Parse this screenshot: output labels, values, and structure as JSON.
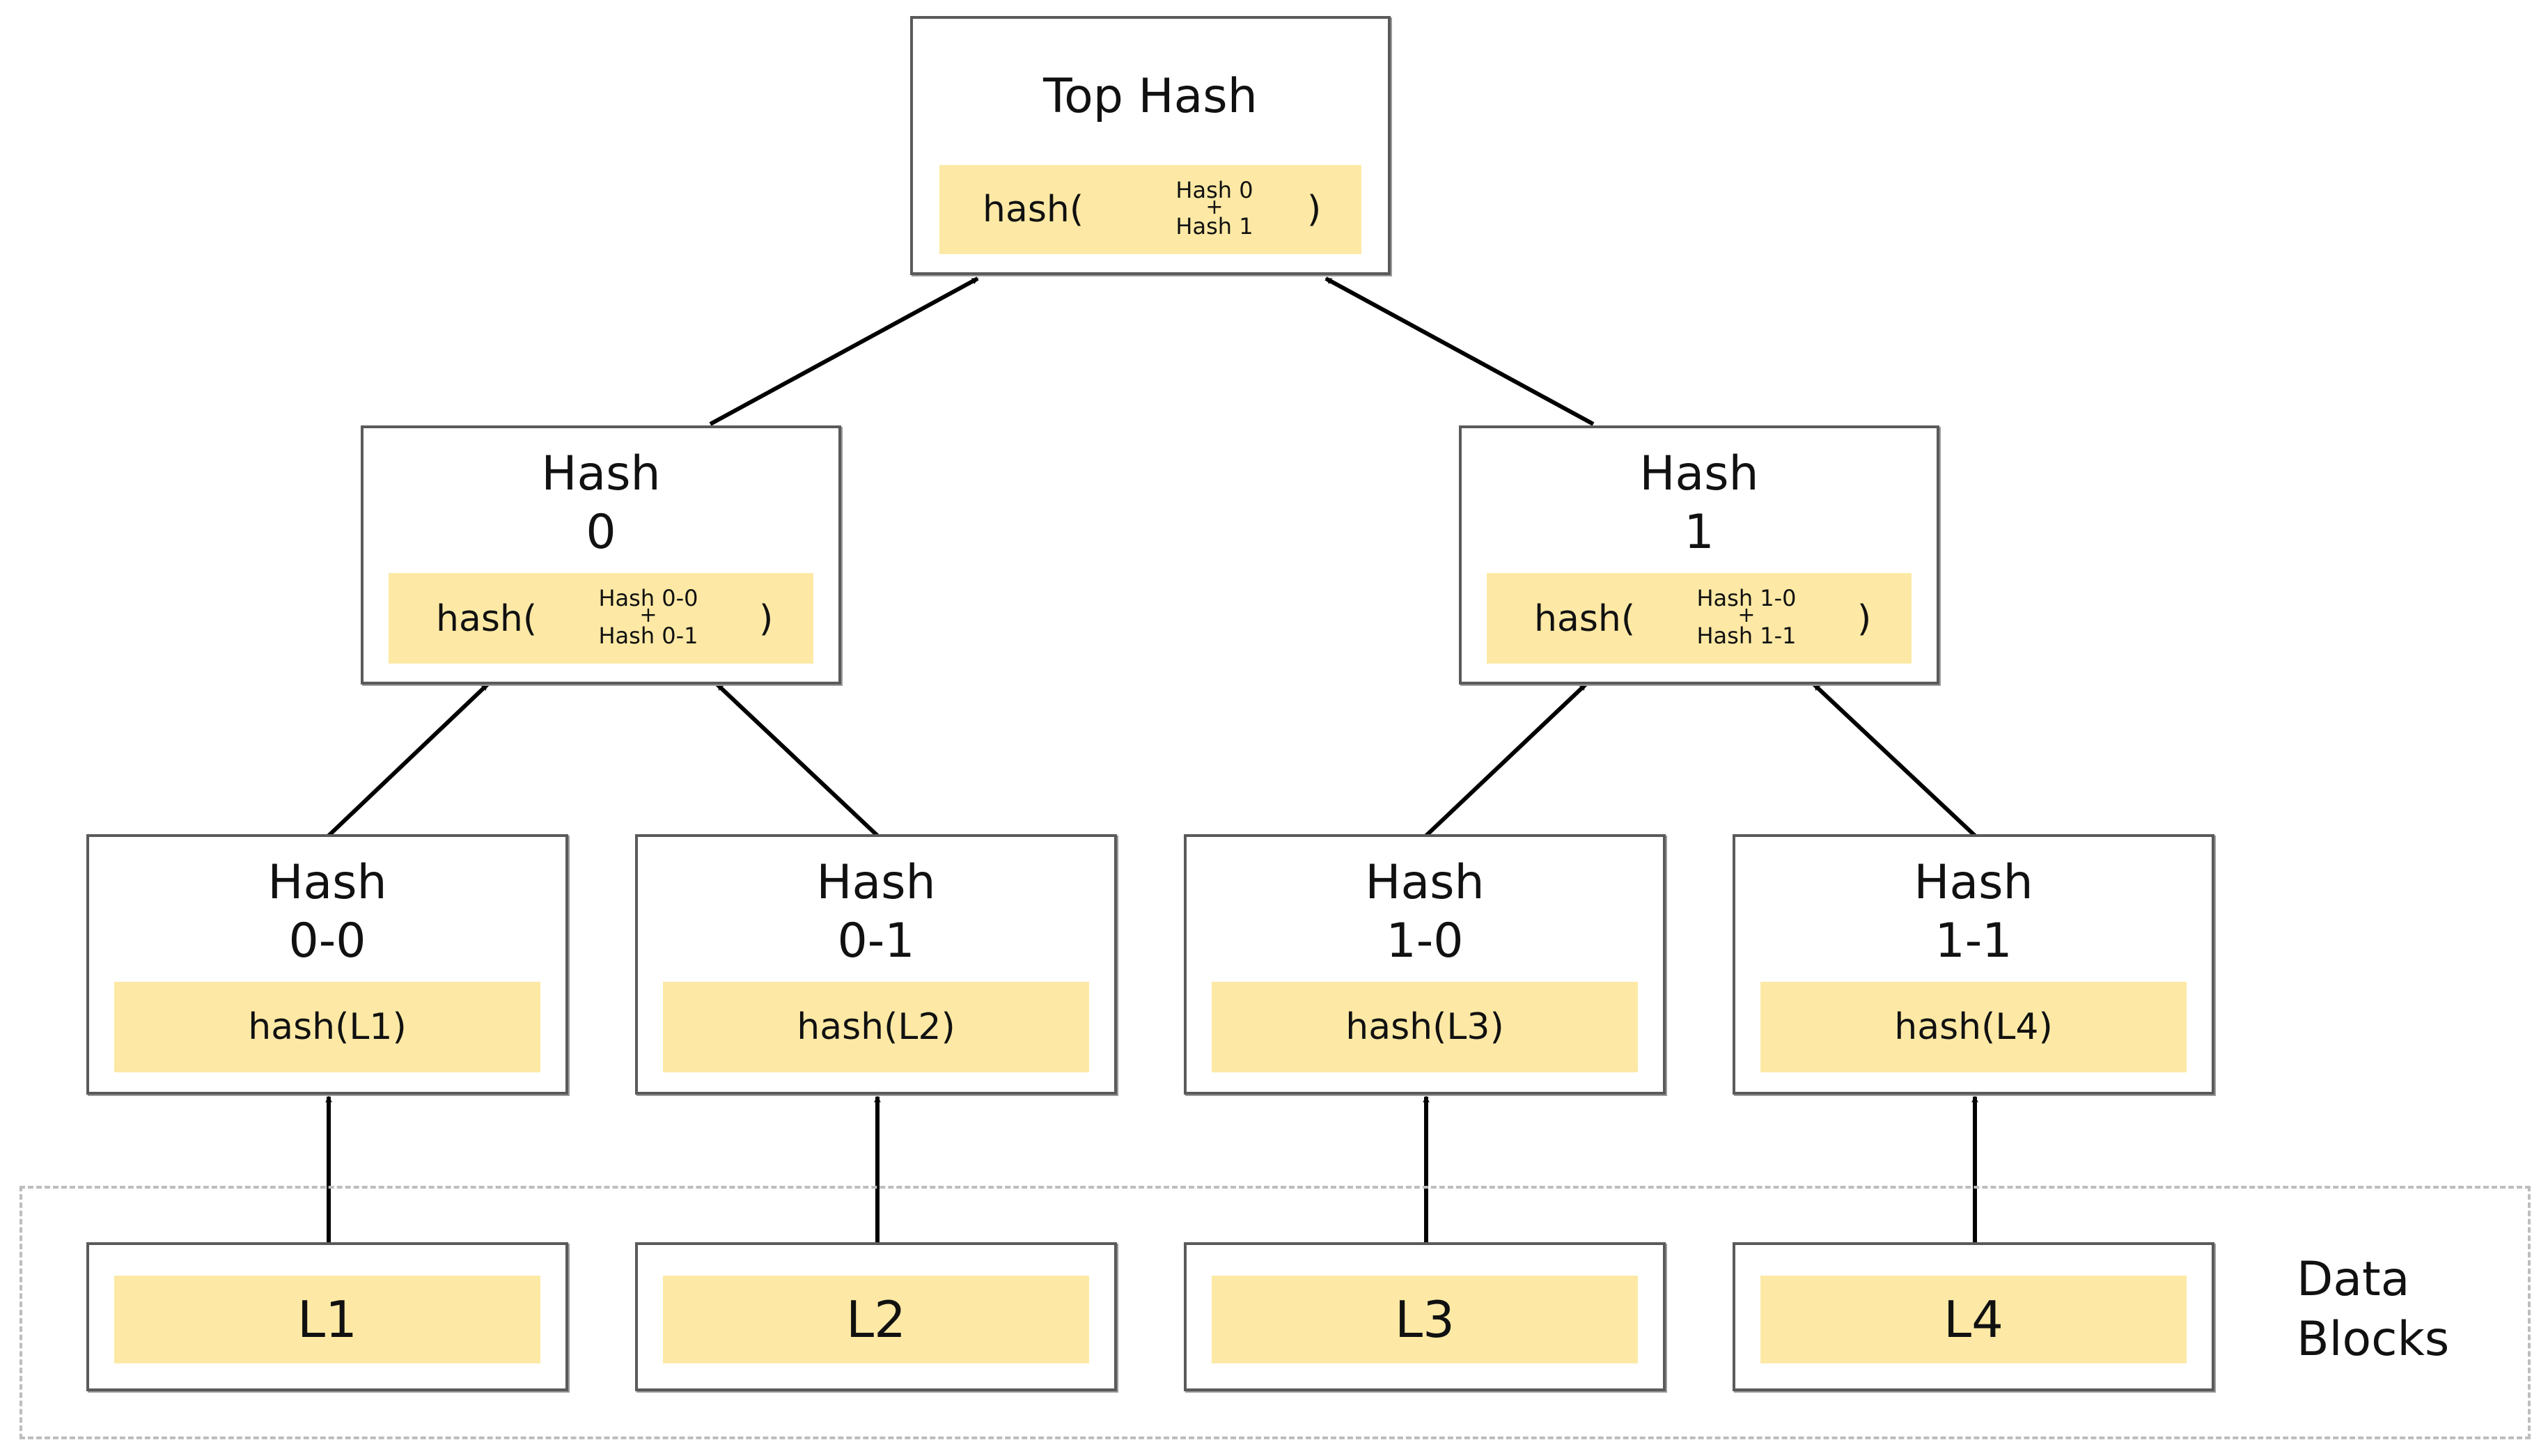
{
  "region": {
    "label": "Data\nBlocks"
  },
  "top": {
    "title": "Top Hash",
    "fn_open": "hash(",
    "arg1": "Hash 0",
    "plus": "+",
    "arg2": "Hash 1",
    "fn_close": ")"
  },
  "mid": [
    {
      "title": "Hash\n0",
      "fn_open": "hash(",
      "arg1": "Hash 0-0",
      "plus": "+",
      "arg2": "Hash 0-1",
      "fn_close": ")"
    },
    {
      "title": "Hash\n1",
      "fn_open": "hash(",
      "arg1": "Hash 1-0",
      "plus": "+",
      "arg2": "Hash 1-1",
      "fn_close": ")"
    }
  ],
  "bottom": [
    {
      "title": "Hash\n0-0",
      "hash": "hash(L1)"
    },
    {
      "title": "Hash\n0-1",
      "hash": "hash(L2)"
    },
    {
      "title": "Hash\n1-0",
      "hash": "hash(L3)"
    },
    {
      "title": "Hash\n1-1",
      "hash": "hash(L4)"
    }
  ],
  "leaves": [
    {
      "label": "L1"
    },
    {
      "label": "L2"
    },
    {
      "label": "L3"
    },
    {
      "label": "L4"
    }
  ]
}
